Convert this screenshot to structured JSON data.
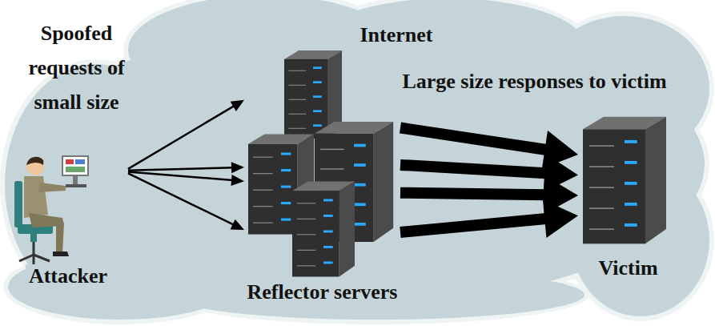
{
  "diagram": {
    "nodes": [
      {
        "text": [
          "Attacker"
        ]
      },
      {
        "text": [
          "Reflector servers"
        ]
      },
      {
        "text": [
          "Victim"
        ]
      }
    ],
    "edges": [
      {
        "from": 0,
        "to": 1,
        "arrow": "to"
      },
      {
        "from": 0,
        "to": 1,
        "arrow": "to"
      },
      {
        "from": 0,
        "to": 1,
        "arrow": "to"
      },
      {
        "from": 0,
        "to": 1,
        "arrow": "to"
      },
      {
        "from": 1,
        "to": 2,
        "arrow": "to"
      },
      {
        "from": 1,
        "to": 2,
        "arrow": "to"
      },
      {
        "from": 1,
        "to": 2,
        "arrow": "to"
      },
      {
        "from": 1,
        "to": 2,
        "arrow": "to"
      }
    ],
    "labels": [
      "Spoofed requests of small size",
      "Internet",
      "Large size responses to victim"
    ]
  }
}
